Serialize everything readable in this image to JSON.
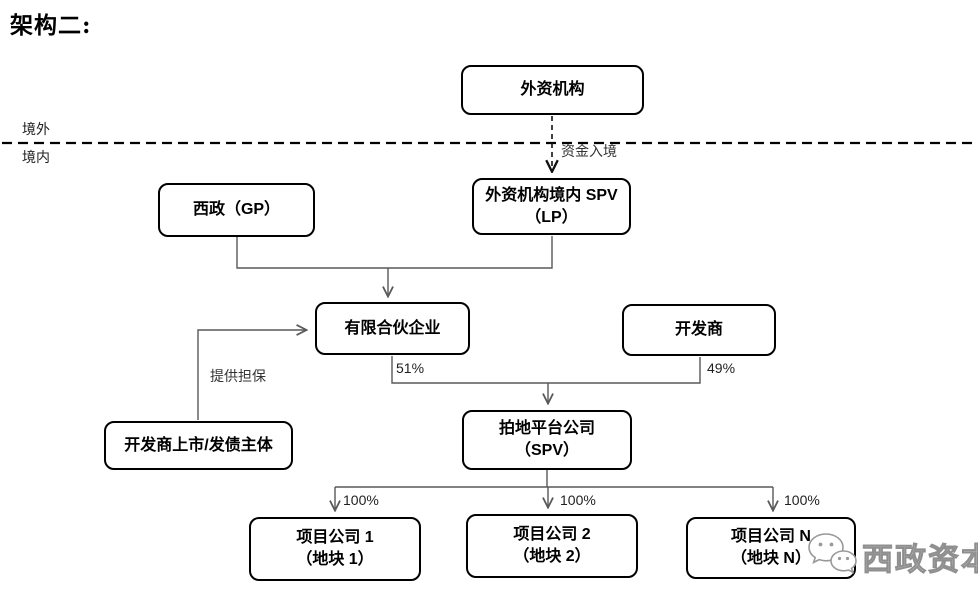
{
  "title": "架构二:",
  "region_labels": {
    "offshore": "境外",
    "onshore": "境内"
  },
  "nodes": {
    "foreign_institution": {
      "line1": "外资机构"
    },
    "xizheng_gp": {
      "line1": "西政（GP）"
    },
    "foreign_spv_lp": {
      "line1": "外资机构境内 SPV",
      "line2": "（LP）"
    },
    "limited_partnership": {
      "line1": "有限合伙企业"
    },
    "developer": {
      "line1": "开发商"
    },
    "developer_listed_entity": {
      "line1": "开发商上市/发债主体"
    },
    "land_platform_spv": {
      "line1": "拍地平台公司",
      "line2": "（SPV）"
    },
    "project_co_1": {
      "line1": "项目公司 1",
      "line2": "（地块 1）"
    },
    "project_co_2": {
      "line1": "项目公司 2",
      "line2": "（地块 2）"
    },
    "project_co_n": {
      "line1": "项目公司 N",
      "line2": "（地块 N）"
    }
  },
  "edge_labels": {
    "capital_entry": "资金入境",
    "guarantee": "提供担保",
    "partnership_share": "51%",
    "developer_share": "49%",
    "project1_share": "100%",
    "project2_share": "100%",
    "projectn_share": "100%"
  },
  "watermark": {
    "icon": "wechat-icon",
    "text": "西政资本"
  },
  "colors": {
    "box_border": "#000000",
    "connector_line": "#595959",
    "divider_line": "#000000",
    "watermark_gray": "#8f8f8f"
  }
}
